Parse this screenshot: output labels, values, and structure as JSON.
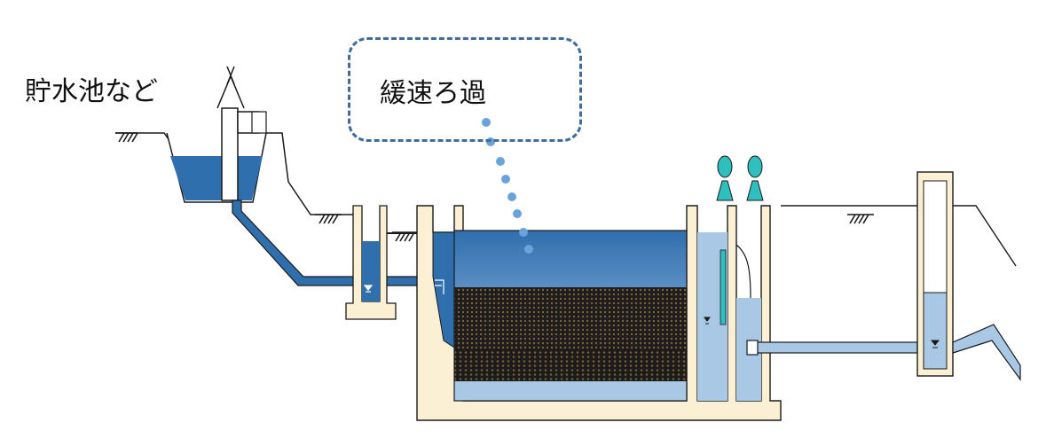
{
  "labels": {
    "reservoir": "貯水池など",
    "process": "緩速ろ過"
  },
  "colors": {
    "water": "#2f6fad",
    "water_light": "#a9c8e6",
    "structure": "#fbf0d4",
    "outline": "#1a1a1a",
    "callout": "#3f6c9a",
    "bubble": "#6aa3dc",
    "valve": "#2fbfbf"
  },
  "icons": [
    "ground-hatch-icon",
    "water-level-icon",
    "valve-handle-icon",
    "sand-layer",
    "gravel-layer"
  ]
}
